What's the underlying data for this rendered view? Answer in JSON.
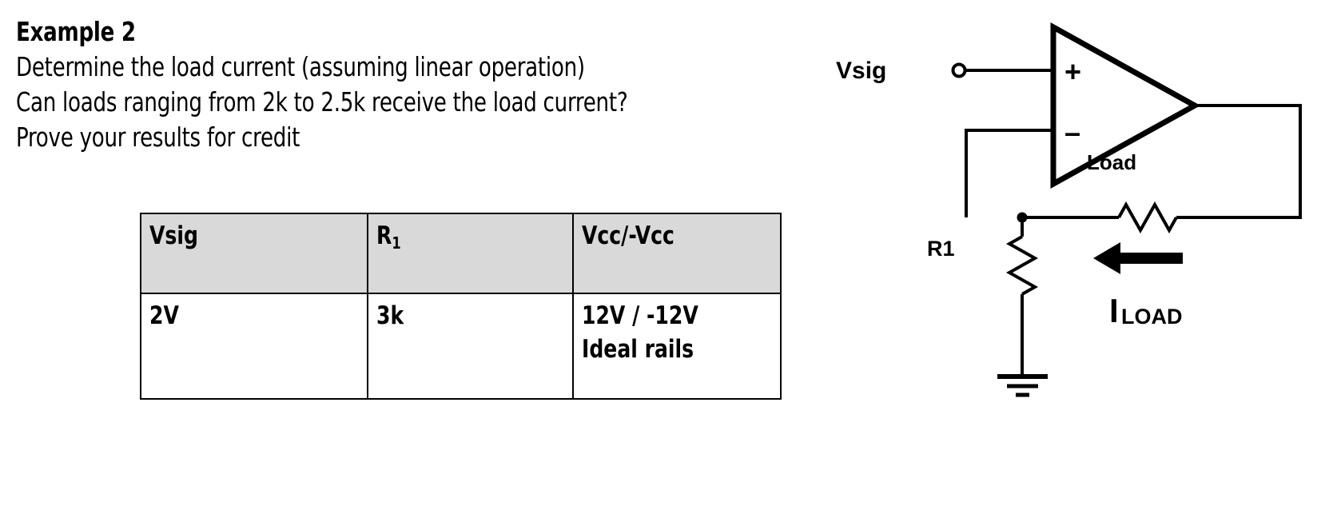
{
  "document": {
    "title": "Example 2",
    "prompt_lines": [
      "Example 2",
      "Determine the load current (assuming linear operation)",
      "Can loads ranging from 2k to 2.5k receive the load current?",
      "Prove  your results for credit"
    ]
  },
  "table": {
    "header_fill": "#d9d9d9",
    "border_color": "#000000",
    "columns": [
      {
        "label": "Vsig",
        "sub": ""
      },
      {
        "label": "R",
        "sub": "1"
      },
      {
        "label": "Vcc/-Vcc",
        "sub": ""
      }
    ],
    "rows": [
      {
        "vsig": "2V",
        "r1": "3k",
        "rails_line1": "12V / -12V",
        "rails_line2": "Ideal rails"
      }
    ]
  },
  "circuit": {
    "title": "non-inverting op-amp load current circuit",
    "labels": {
      "vsig": "Vsig",
      "plus": "+",
      "minus": "–",
      "load": "Load",
      "r1": "R1",
      "iload_main": "I",
      "iload_sub": "LOAD"
    },
    "colors": {
      "wire": "#000000",
      "background": "#ffffff"
    },
    "components": [
      {
        "name": "op-amp",
        "type": "triangle-amplifier"
      },
      {
        "name": "input-terminal",
        "type": "open-circle"
      },
      {
        "name": "feedback-wire",
        "type": "wire"
      },
      {
        "name": "load-resistor",
        "type": "resistor-horizontal"
      },
      {
        "name": "r1-resistor",
        "type": "resistor-vertical"
      },
      {
        "name": "ground",
        "type": "earth-ground"
      },
      {
        "name": "current-arrow",
        "type": "arrow-left"
      }
    ]
  }
}
